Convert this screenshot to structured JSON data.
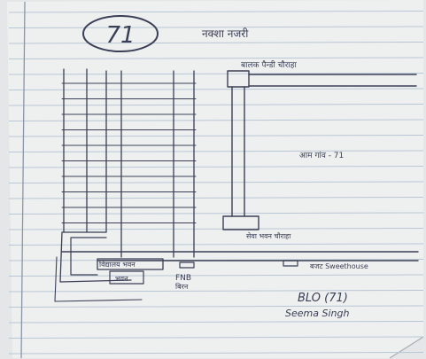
{
  "sheet": {
    "number": "71",
    "title": "नक्शा नजरी",
    "labels": {
      "top_chowk": "बालक पैन्डी चौराहा",
      "lane": "आम गांव - 71",
      "lower_chowk": "सेवा भवन चौराहा",
      "school": "विद्यालय भवन",
      "hall": "भवन",
      "fnd": "FNB",
      "fnd_sub": "बिरन",
      "sweet": "बजट Sweethouse",
      "blo": "BLO (71)",
      "signature": "Seema Singh"
    }
  },
  "colors": {
    "paper": "#eef0f0",
    "rule": "#b9c6d4",
    "margin": "#8a94a8",
    "ink": "#3a3f55",
    "background": "#e4e6e7"
  }
}
